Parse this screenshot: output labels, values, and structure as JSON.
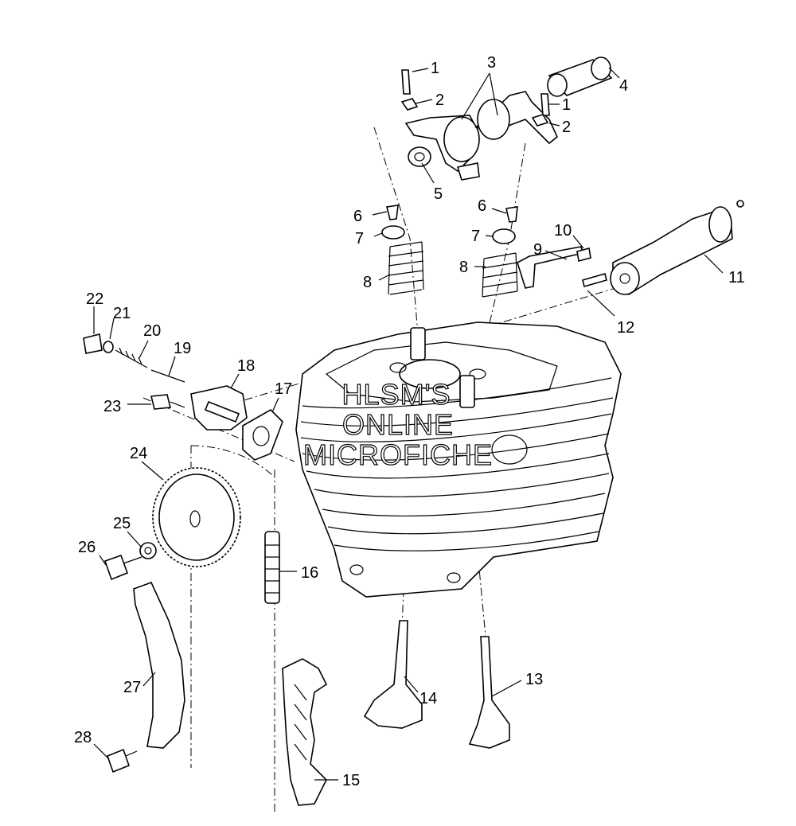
{
  "callouts": [
    "1",
    "2",
    "3",
    "4",
    "5",
    "6",
    "7",
    "8",
    "9",
    "10",
    "11",
    "12",
    "13",
    "14",
    "15",
    "16",
    "17",
    "18",
    "19",
    "20",
    "21",
    "22",
    "23",
    "24",
    "25",
    "26",
    "27",
    "28"
  ],
  "watermark": {
    "line1": "HLSM'S",
    "line2": "ONLINE",
    "line3": "MICROFICHE"
  },
  "colors": {
    "ink": "#000000",
    "paper": "#ffffff"
  }
}
